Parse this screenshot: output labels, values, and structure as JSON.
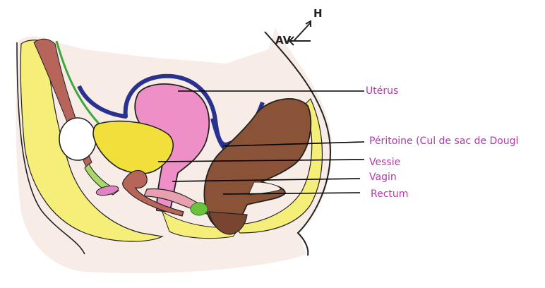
{
  "compass": {
    "up": "H",
    "front": "AV"
  },
  "labels": {
    "uterus": "Utérus",
    "peritoneum": "Péritoine (Cul de sac de Dougl",
    "bladder": "Vessie",
    "vagina": "Vagin",
    "rectum": "Rectum"
  },
  "colors": {
    "label_text": "#b03aa8",
    "leader_line": "#000000",
    "skin_fill": "#f7ece6",
    "fat_yellow": "#f5ef7a",
    "uterus_pink": "#ef8fc8",
    "bladder_yellow": "#f2e03a",
    "peritoneum_blue": "#2a3290",
    "rectum_brown": "#8a5236",
    "vagina_pink": "#e8a0b0",
    "pubis_white": "#ffffff",
    "muscle_brown": "#b7655a",
    "nerve_green": "#3da83a",
    "anal_green": "#6cc23a"
  }
}
